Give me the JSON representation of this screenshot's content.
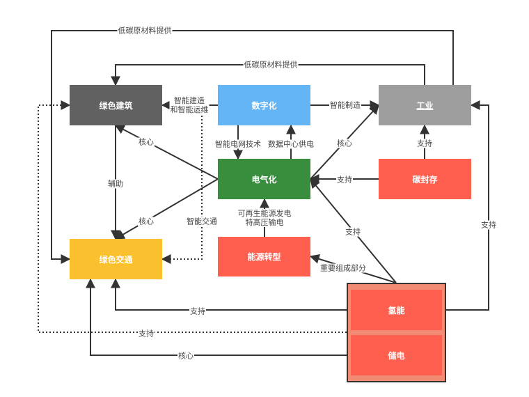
{
  "diagram": {
    "nodes": [
      {
        "id": "green_building",
        "label": "绿色建筑",
        "color": "#616161"
      },
      {
        "id": "digitization",
        "label": "数字化",
        "color": "#64b5f6"
      },
      {
        "id": "industry",
        "label": "工业",
        "color": "#9e9e9e"
      },
      {
        "id": "electrification",
        "label": "电气化",
        "color": "#388e3c"
      },
      {
        "id": "carbon_storage",
        "label": "碳封存",
        "color": "#ff5f4e"
      },
      {
        "id": "green_transport",
        "label": "绿色交通",
        "color": "#fbc02d"
      },
      {
        "id": "energy_transition",
        "label": "能源转型",
        "color": "#ff5f4e"
      },
      {
        "id": "hydrogen",
        "label": "氢能",
        "color": "#ff5f4e"
      },
      {
        "id": "power_storage",
        "label": "储电",
        "color": "#ff5f4e"
      }
    ],
    "container": {
      "id": "hydrogen_storage_group",
      "members": [
        "hydrogen",
        "power_storage"
      ],
      "color": "#f28b74"
    },
    "edges": [
      {
        "id": "e1",
        "from": "industry",
        "to": "green_transport",
        "label": "低碳原材料提供",
        "style": "solid"
      },
      {
        "id": "e2",
        "from": "industry",
        "to": "green_building",
        "label": "低碳原材料提供",
        "style": "solid"
      },
      {
        "id": "e3",
        "from": "digitization",
        "to": "green_building",
        "label": "智能建造\n和智能运维",
        "style": "solid"
      },
      {
        "id": "e4",
        "from": "digitization",
        "to": "green_transport",
        "label": "智能交通",
        "style": "dotted"
      },
      {
        "id": "e5",
        "from": "digitization",
        "to": "industry",
        "label": "智能制造",
        "style": "solid"
      },
      {
        "id": "e6",
        "from": "digitization",
        "to": "electrification",
        "label": "智能电网技术",
        "style": "solid"
      },
      {
        "id": "e7",
        "from": "electrification",
        "to": "digitization",
        "label": "数据中心供电",
        "style": "solid"
      },
      {
        "id": "e8",
        "from": "electrification",
        "to": "green_building",
        "label": "核心",
        "style": "solid"
      },
      {
        "id": "e9",
        "from": "electrification",
        "to": "green_transport",
        "label": "核心",
        "style": "solid"
      },
      {
        "id": "e10",
        "from": "electrification",
        "to": "industry",
        "label": "核心",
        "style": "solid"
      },
      {
        "id": "e11",
        "from": "green_building",
        "to": "green_transport",
        "label": "辅助",
        "style": "solid"
      },
      {
        "id": "e12",
        "from": "carbon_storage",
        "to": "industry",
        "label": "支持",
        "style": "solid"
      },
      {
        "id": "e13",
        "from": "carbon_storage",
        "to": "electrification",
        "label": "支持",
        "style": "solid"
      },
      {
        "id": "e14",
        "from": "energy_transition",
        "to": "electrification",
        "label": "可再生能源发电\n特高压输电",
        "style": "solid"
      },
      {
        "id": "e15",
        "from": "hydrogen_storage_group",
        "to": "electrification",
        "label": "支持",
        "style": "solid"
      },
      {
        "id": "e16",
        "from": "hydrogen_storage_group",
        "to": "energy_transition",
        "label": "重要组成部分",
        "style": "solid"
      },
      {
        "id": "e17",
        "from": "hydrogen",
        "to": "industry",
        "label": "支持",
        "style": "solid"
      },
      {
        "id": "e18",
        "from": "hydrogen",
        "to": "green_transport",
        "label": "支持",
        "style": "solid"
      },
      {
        "id": "e19",
        "from": "hydrogen_storage_group",
        "to": "green_building",
        "label": "支持",
        "style": "dotted"
      },
      {
        "id": "e20",
        "from": "power_storage",
        "to": "green_transport",
        "label": "核心",
        "style": "solid"
      }
    ],
    "line_color": "#333333"
  }
}
